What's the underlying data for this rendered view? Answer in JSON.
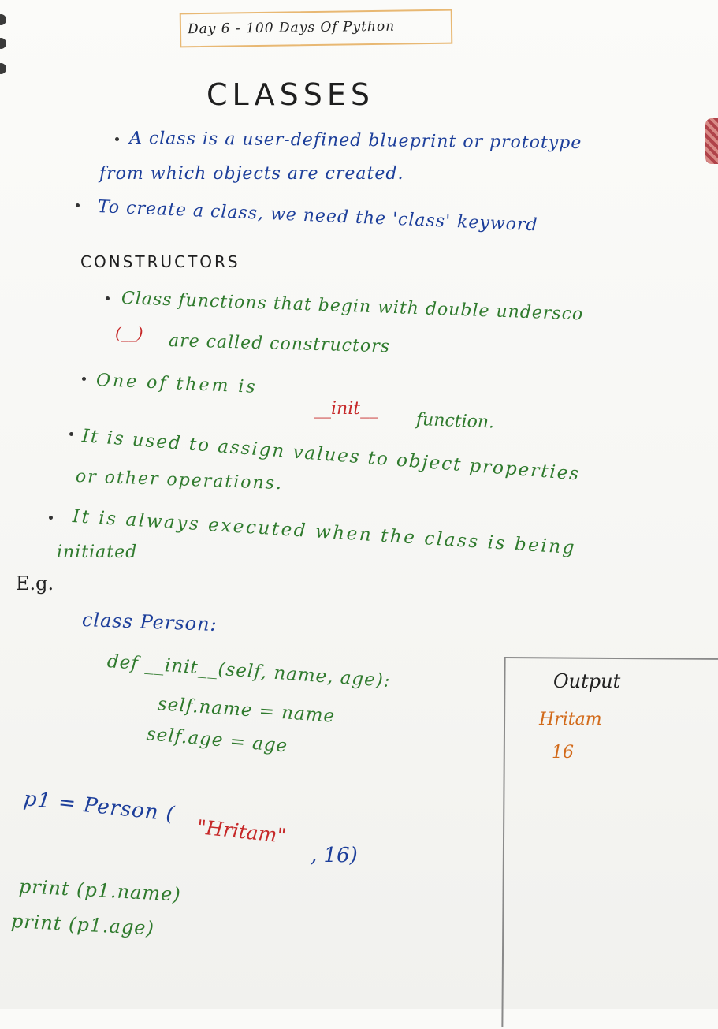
{
  "title": "Day 6 - 100 Days Of Python",
  "heading": "CLASSES",
  "classes_bullets": [
    "A class is a user-defined blueprint or prototype",
    "from which objects are created.",
    "To create a class, we need the 'class' keyword"
  ],
  "constructors_heading": "CONSTRUCTORS",
  "constructors_notes": {
    "line1": "Class functions that begin with double undersco",
    "line2_red": "(__)",
    "line2_rest": "are called constructors",
    "line3_start": "One of them is",
    "line3_red": "__init__",
    "line3_end": "function.",
    "line4": "It is used to assign values to object properties",
    "line5": "or other operations.",
    "line6": "It is always executed when the class is being",
    "line7": "initiated"
  },
  "example_label": "E.g.",
  "code": {
    "class_line": "class Person:",
    "def_line": "def __init__(self, name, age):",
    "self_name": "self.name = name",
    "self_age": "self.age = age",
    "p1_prefix": "p1 = Person (",
    "p1_string": "\"Hritam\"",
    "p1_suffix": ", 16)",
    "print1": "print (p1.name)",
    "print2": "print (p1.age)"
  },
  "output": {
    "label": "Output",
    "line1": "Hritam",
    "line2": "16"
  },
  "colors": {
    "ink_black": "#222222",
    "ink_blue": "#1c3e9a",
    "ink_green": "#2f7a2d",
    "ink_red": "#c62828",
    "ink_orange": "#d26a1a",
    "title_box_border": "#e8b873"
  }
}
